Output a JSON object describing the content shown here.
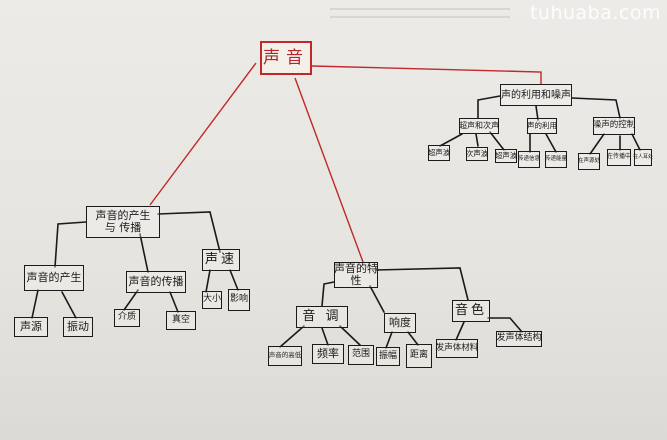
{
  "watermark": "tuhuaba.com",
  "root": "声音",
  "propagation_group": {
    "title": "声音的产生与传播",
    "title_line1": "声音的产生",
    "title_line2": "与 传播",
    "generation": {
      "label": "声音的产生",
      "children": [
        "声源",
        "振动"
      ]
    },
    "transmission": {
      "label": "声音的传播",
      "children": [
        "介质",
        "真空"
      ]
    },
    "speed": {
      "label": "声速",
      "children": [
        "大小",
        "影响"
      ]
    }
  },
  "characteristics_group": {
    "title": "声音的特性",
    "title_line1": "声音的特",
    "title_line2": "性",
    "pitch": {
      "label": "音 调",
      "children": [
        "声音的高低",
        "频率",
        "范围"
      ]
    },
    "loudness": {
      "label": "响度",
      "children": [
        "振幅",
        "距离"
      ]
    },
    "timbre": {
      "label": "音色",
      "children": [
        "发声体材料",
        "发声体结构"
      ]
    }
  },
  "noise_group": {
    "title": "声的利用和噪声",
    "ultrasound": {
      "label": "超声和次声",
      "children": [
        "超声波",
        "次声波"
      ]
    },
    "utilization": {
      "label": "声的利用",
      "children": [
        "传递信息",
        "传递能量"
      ]
    },
    "noise_control": {
      "label": "噪声的控制",
      "children": [
        "在声源处",
        "在传播中",
        "在人耳处"
      ]
    }
  },
  "colors": {
    "ink": "#1b1b1b",
    "accent": "#c0282a",
    "paper": "#e9e7e2"
  }
}
